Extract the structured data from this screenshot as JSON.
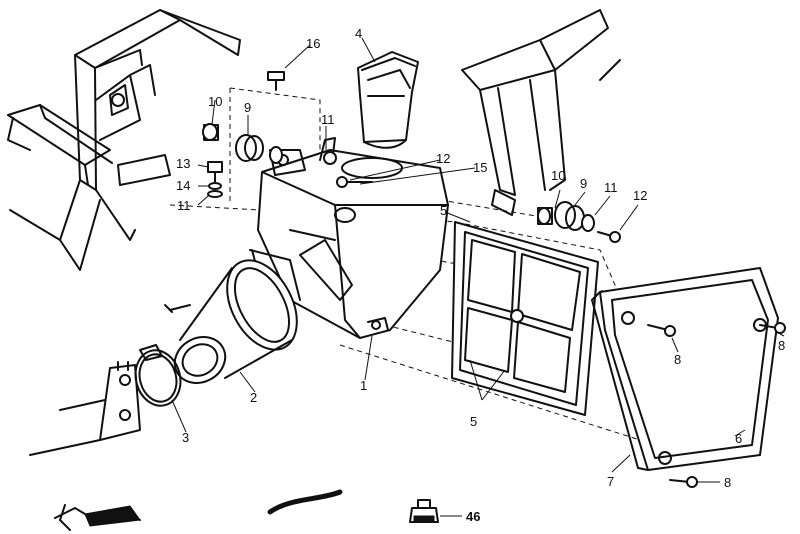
{
  "callouts": {
    "c1": "1",
    "c2": "2",
    "c3": "3",
    "c4": "4",
    "c5_top": "5",
    "c5_bottom": "5",
    "c6": "6",
    "c7": "7",
    "c8_a": "8",
    "c8_b": "8",
    "c8_c": "8",
    "c9_left": "9",
    "c9_right": "9",
    "c10_left": "10",
    "c10_right": "10",
    "c11_top": "11",
    "c11_left": "11",
    "c11_right": "11",
    "c12_top": "12",
    "c12_right": "12",
    "c13": "13",
    "c14": "14",
    "c15": "15",
    "c16": "16",
    "c46": "46"
  }
}
